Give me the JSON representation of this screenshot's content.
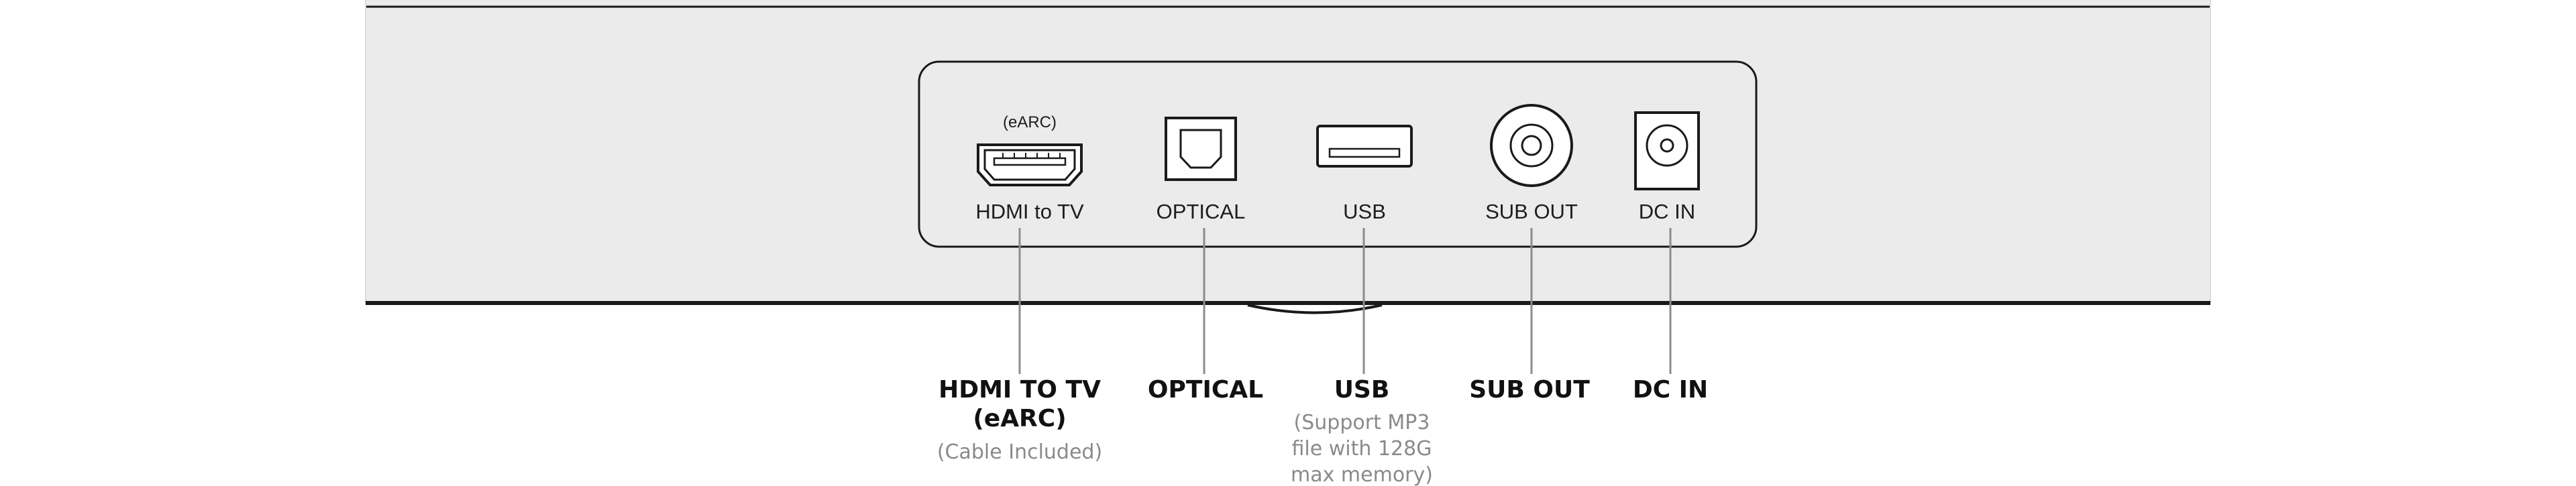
{
  "panel": {
    "ports": {
      "hdmi": {
        "top_label": "(eARC)",
        "label": "HDMI to TV"
      },
      "optical": {
        "label": "OPTICAL"
      },
      "usb": {
        "label": "USB"
      },
      "sub_out": {
        "label": "SUB OUT"
      },
      "dc_in": {
        "label": "DC IN"
      }
    }
  },
  "callouts": {
    "hdmi": {
      "title_line1": "HDMI TO TV",
      "title_line2": "(eARC)",
      "note": "(Cable Included)"
    },
    "optical": {
      "title": "OPTICAL"
    },
    "usb": {
      "title": "USB",
      "note_line1": "(Support MP3",
      "note_line2": "file with 128G",
      "note_line3": "max memory)"
    },
    "sub_out": {
      "title": "SUB OUT"
    },
    "dc_in": {
      "title": "DC IN"
    }
  },
  "colors": {
    "device_body": "#ebebeb",
    "outline": "#1a1a1a",
    "leader_line": "#8c8c8c",
    "note_text": "#8a8a8a"
  }
}
